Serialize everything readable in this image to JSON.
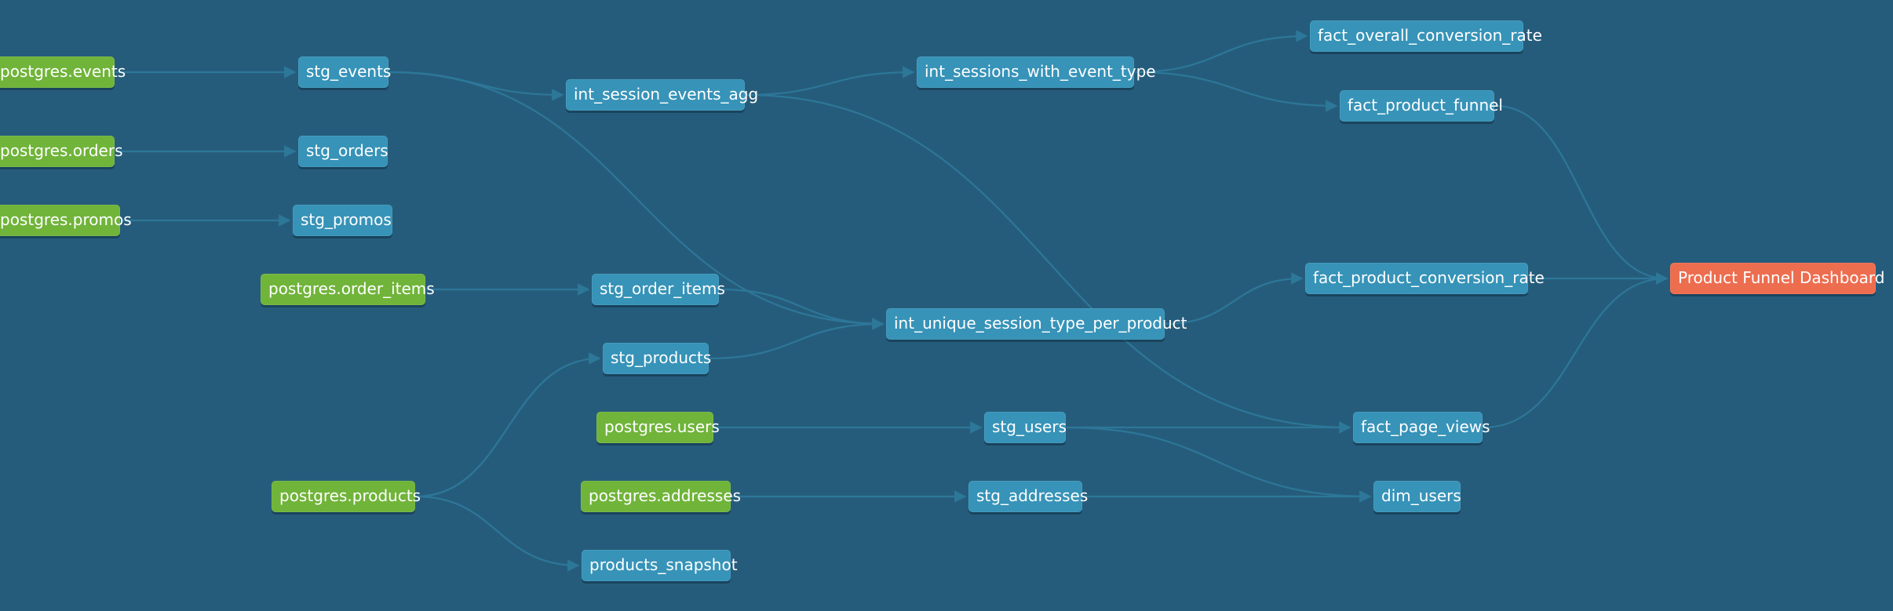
{
  "graph": {
    "background_color": "#265c7b",
    "edge_color": "#2d7799",
    "node_colors": {
      "source": "#70b43a",
      "model": "#3793b8",
      "exposure": "#ed6d4f"
    },
    "nodes": [
      {
        "id": "src_events",
        "label": "postgres.events",
        "kind": "source"
      },
      {
        "id": "src_orders",
        "label": "postgres.orders",
        "kind": "source"
      },
      {
        "id": "src_promos",
        "label": "postgres.promos",
        "kind": "source"
      },
      {
        "id": "src_order_items",
        "label": "postgres.order_items",
        "kind": "source"
      },
      {
        "id": "src_products",
        "label": "postgres.products",
        "kind": "source"
      },
      {
        "id": "src_users",
        "label": "postgres.users",
        "kind": "source"
      },
      {
        "id": "src_addresses",
        "label": "postgres.addresses",
        "kind": "source"
      },
      {
        "id": "stg_events",
        "label": "stg_events",
        "kind": "model"
      },
      {
        "id": "stg_orders",
        "label": "stg_orders",
        "kind": "model"
      },
      {
        "id": "stg_promos",
        "label": "stg_promos",
        "kind": "model"
      },
      {
        "id": "stg_order_items",
        "label": "stg_order_items",
        "kind": "model"
      },
      {
        "id": "stg_products",
        "label": "stg_products",
        "kind": "model"
      },
      {
        "id": "products_snapshot",
        "label": "products_snapshot",
        "kind": "model"
      },
      {
        "id": "stg_users",
        "label": "stg_users",
        "kind": "model"
      },
      {
        "id": "stg_addresses",
        "label": "stg_addresses",
        "kind": "model"
      },
      {
        "id": "int_session_events_agg",
        "label": "int_session_events_agg",
        "kind": "model"
      },
      {
        "id": "int_sessions_with_event_type",
        "label": "int_sessions_with_event_type",
        "kind": "model"
      },
      {
        "id": "int_unique_session_type_per_product",
        "label": "int_unique_session_type_per_product",
        "kind": "model"
      },
      {
        "id": "fact_overall_conversion_rate",
        "label": "fact_overall_conversion_rate",
        "kind": "model"
      },
      {
        "id": "fact_product_funnel",
        "label": "fact_product_funnel",
        "kind": "model"
      },
      {
        "id": "fact_product_conversion_rate",
        "label": "fact_product_conversion_rate",
        "kind": "model"
      },
      {
        "id": "fact_page_views",
        "label": "fact_page_views",
        "kind": "model"
      },
      {
        "id": "dim_users",
        "label": "dim_users",
        "kind": "model"
      },
      {
        "id": "product_funnel_dashboard",
        "label": "Product Funnel Dashboard",
        "kind": "exposure"
      }
    ],
    "edges": [
      [
        "src_events",
        "stg_events"
      ],
      [
        "src_orders",
        "stg_orders"
      ],
      [
        "src_promos",
        "stg_promos"
      ],
      [
        "src_order_items",
        "stg_order_items"
      ],
      [
        "src_products",
        "stg_products"
      ],
      [
        "src_products",
        "products_snapshot"
      ],
      [
        "src_users",
        "stg_users"
      ],
      [
        "src_addresses",
        "stg_addresses"
      ],
      [
        "stg_events",
        "int_session_events_agg"
      ],
      [
        "stg_events",
        "int_unique_session_type_per_product"
      ],
      [
        "stg_order_items",
        "int_unique_session_type_per_product"
      ],
      [
        "stg_products",
        "int_unique_session_type_per_product"
      ],
      [
        "int_session_events_agg",
        "int_sessions_with_event_type"
      ],
      [
        "int_session_events_agg",
        "fact_page_views"
      ],
      [
        "int_sessions_with_event_type",
        "fact_overall_conversion_rate"
      ],
      [
        "int_sessions_with_event_type",
        "fact_product_funnel"
      ],
      [
        "int_unique_session_type_per_product",
        "fact_product_conversion_rate"
      ],
      [
        "stg_users",
        "fact_page_views"
      ],
      [
        "stg_users",
        "dim_users"
      ],
      [
        "stg_addresses",
        "dim_users"
      ],
      [
        "fact_product_funnel",
        "product_funnel_dashboard"
      ],
      [
        "fact_product_conversion_rate",
        "product_funnel_dashboard"
      ],
      [
        "fact_page_views",
        "product_funnel_dashboard"
      ]
    ]
  }
}
